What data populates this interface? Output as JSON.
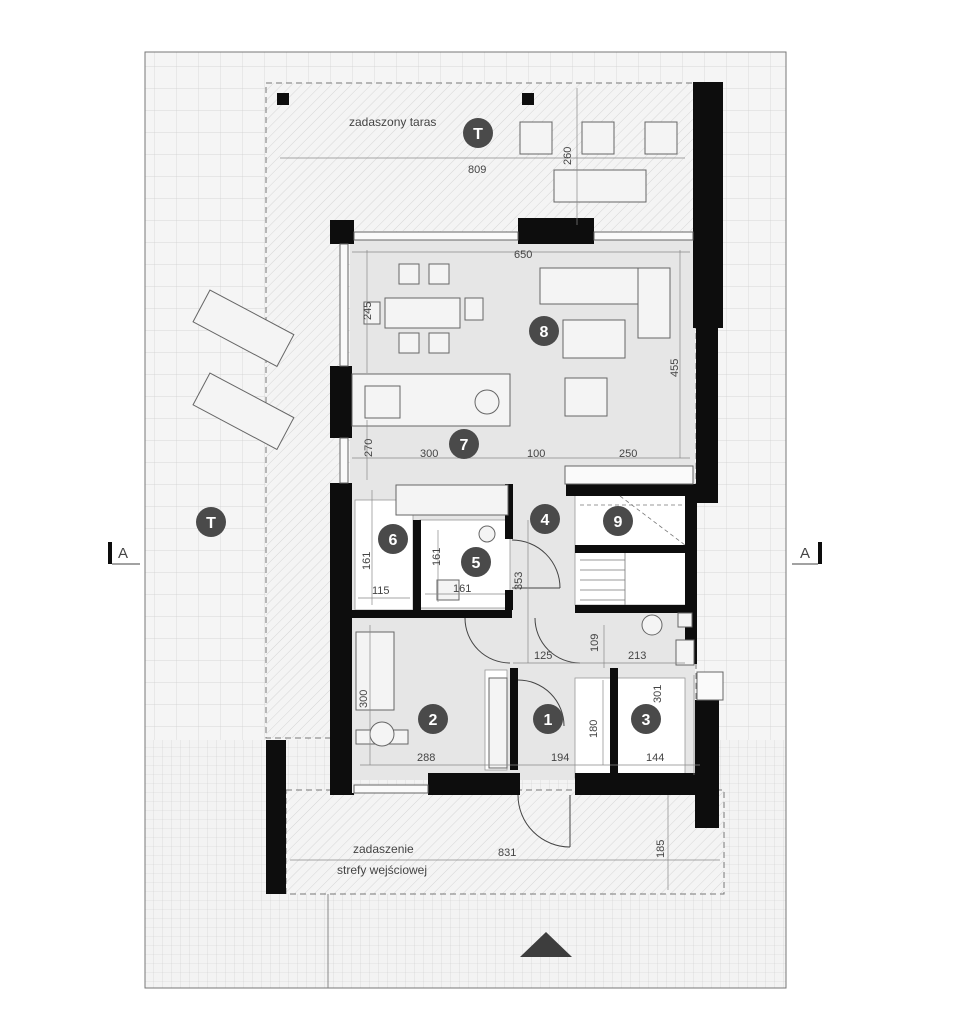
{
  "labels": {
    "terrace": "zadaszony taras",
    "entrance_line1": "zadaszenie",
    "entrance_line2": "strefy wejściowej",
    "section_left": "A",
    "section_right": "A"
  },
  "badges": {
    "terrace_top": "T",
    "terrace_left": "T",
    "room1": "1",
    "room2": "2",
    "room3": "3",
    "room4": "4",
    "room5": "5",
    "room6": "6",
    "room7": "7",
    "room8": "8",
    "room9": "9"
  },
  "dimensions": {
    "terrace_width": "809",
    "terrace_depth": "260",
    "living_width": "650",
    "dining_depth": "245",
    "living_depth": "455",
    "kitchen_depth": "270",
    "kitchen_width": "300",
    "hall_gap": "100",
    "stair_width": "250",
    "room6_depth": "161",
    "room6_width": "115",
    "room5_depth": "161",
    "room5_width": "161",
    "hall_depth": "353",
    "hall_width": "125",
    "room109": "109",
    "room213": "213",
    "room2_depth": "300",
    "room2_width": "288",
    "room1_width": "194",
    "room1_depth": "180",
    "room3_depth": "301",
    "room3_width": "144",
    "entrance_width": "831",
    "entrance_depth": "185"
  },
  "colors": {
    "wall": "#0d0d0d",
    "badge": "#4a4a4a",
    "floor": "#e6e6e6",
    "grid_bg": "#f4f4f4",
    "grid_line": "#c8c8c8"
  }
}
